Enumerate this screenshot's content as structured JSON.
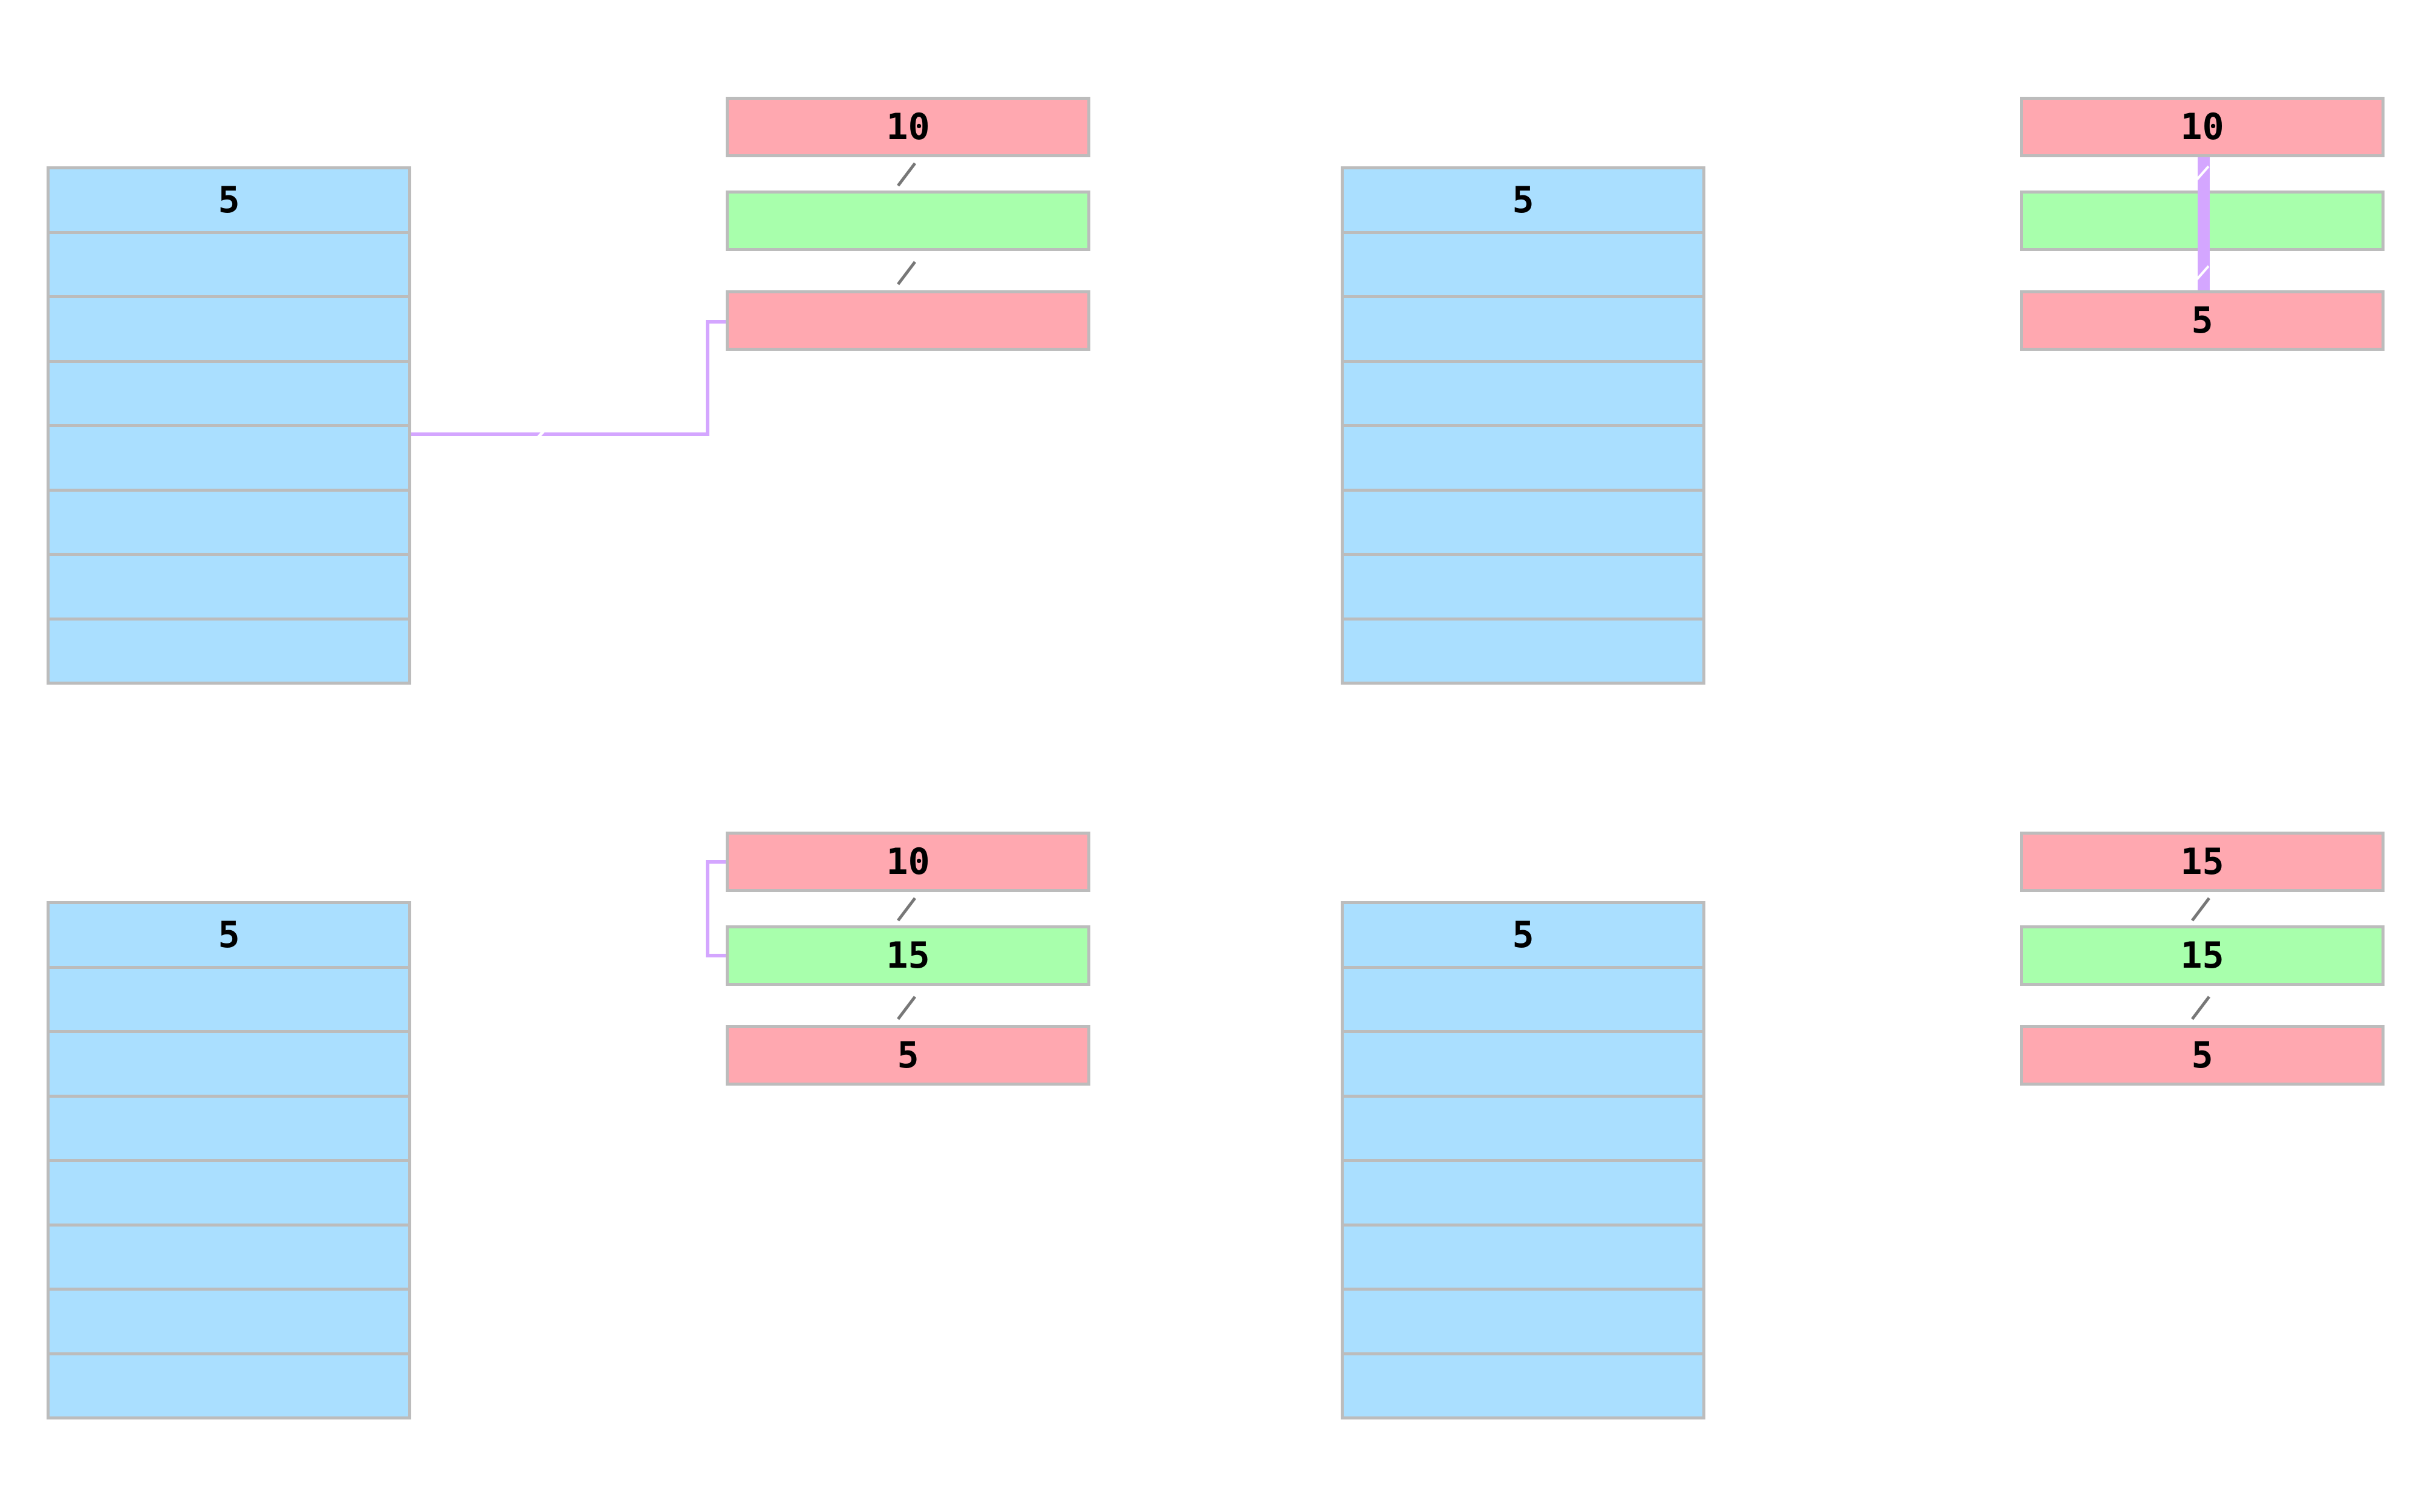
{
  "colors": {
    "stack_fill": "#aadfff",
    "red_register_fill": "#ffa8b0",
    "green_register_fill": "#a8ffac",
    "cell_border": "#bcbcbc",
    "connector": "#d4a6ff",
    "slash_mark": "#777777"
  },
  "panels": [
    {
      "stack": [
        "5",
        "",
        "",
        "",
        "",
        "",
        "",
        ""
      ],
      "registers": {
        "top": "10",
        "middle": "",
        "bottom": ""
      },
      "connector": "stack-to-bottom-register"
    },
    {
      "stack": [
        "5",
        "",
        "",
        "",
        "",
        "",
        "",
        ""
      ],
      "registers": {
        "top": "10",
        "middle": "",
        "bottom": "5"
      },
      "connector": "bottom-register-to-top-register"
    },
    {
      "stack": [
        "5",
        "",
        "",
        "",
        "",
        "",
        "",
        ""
      ],
      "registers": {
        "top": "10",
        "middle": "15",
        "bottom": "5"
      },
      "connector": "top-register-to-middle-register"
    },
    {
      "stack": [
        "5",
        "",
        "",
        "",
        "",
        "",
        "",
        ""
      ],
      "registers": {
        "top": "15",
        "middle": "15",
        "bottom": "5"
      },
      "connector": "none"
    }
  ]
}
